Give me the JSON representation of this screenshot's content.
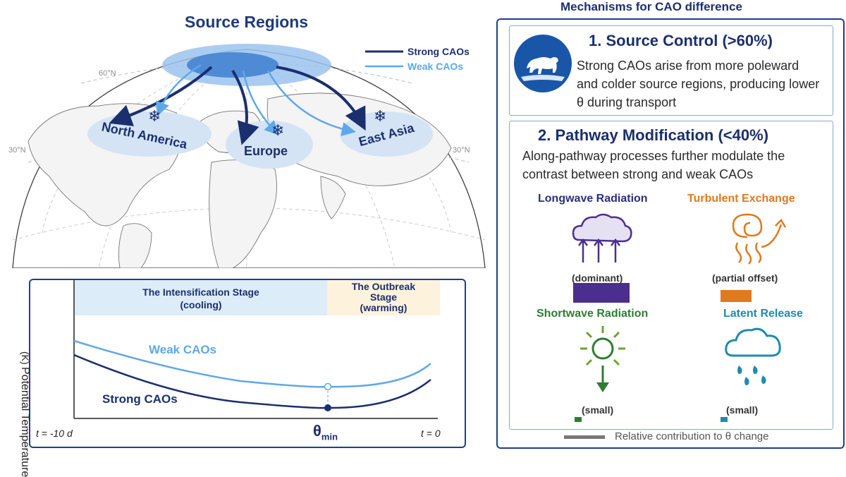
{
  "map": {
    "title": "Source Regions",
    "legend": {
      "strong": "Strong CAOs",
      "weak": "Weak CAOs"
    },
    "regions": [
      "North America",
      "Europe",
      "East Asia"
    ],
    "lat_labels": {
      "lat60": "60°N",
      "lat30_left": "30°N",
      "lat30_right": "30°N"
    }
  },
  "timeseries": {
    "stage1_line1": "The Intensification Stage",
    "stage1_line2": "(cooling)",
    "stage2_line1": "The Outbreak",
    "stage2_line2": "Stage",
    "stage2_line3": "(warming)",
    "ylabel": "Potential Temperature",
    "yunit": "(K)",
    "weak_label": "Weak CAOs",
    "strong_label": "Strong CAOs",
    "x_start": "t = -10 d",
    "x_end": "t = 0",
    "theta_min": "θ",
    "theta_min_sub": "min"
  },
  "mechanisms": {
    "title": "Mechanisms for CAO difference",
    "source": {
      "title": "1. Source Control (>60%)",
      "text": "Strong CAOs arise from more poleward and colder source regions, producing lower θ during transport"
    },
    "pathway": {
      "title": "2. Pathway Modification (<40%)",
      "text": "Along-pathway processes further modulate the contrast between strong and weak CAOs"
    },
    "processes": [
      {
        "name": "Longwave Radiation",
        "note": "(dominant)",
        "color": "#4a2f8f",
        "contribution": 1.0
      },
      {
        "name": "Turbulent Exchange",
        "note": "(partial offset)",
        "color": "#e07a1f",
        "contribution": 0.55
      },
      {
        "name": "Shortwave Radiation",
        "note": "(small)",
        "color": "#2e7d32",
        "contribution": 0.12
      },
      {
        "name": "Latent Release",
        "note": "(small)",
        "color": "#1f8bb0",
        "contribution": 0.12
      }
    ],
    "contribution_legend": "Relative contribution to θ change"
  },
  "colors": {
    "strong": "#1b2f6e",
    "weak": "#5ea8e8",
    "panel_border": "#1f3f8a"
  }
}
